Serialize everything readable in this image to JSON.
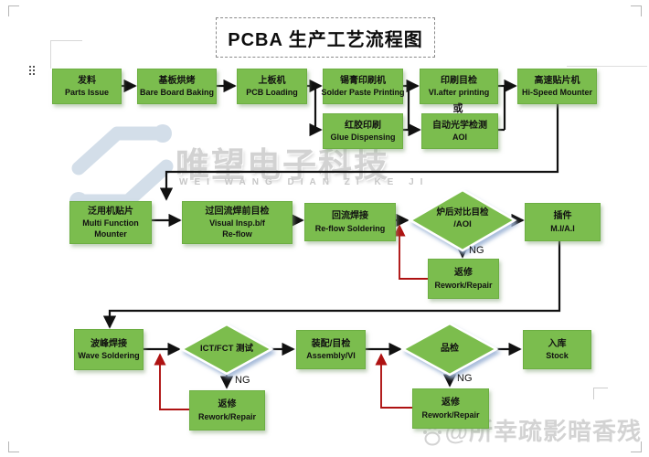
{
  "title": "PCBA 生产工艺流程图",
  "labels": {
    "or": "或",
    "ng": "NG"
  },
  "nodes": {
    "parts_issue": {
      "zh": "发料",
      "en": "Parts Issue"
    },
    "bare_board_baking": {
      "zh": "基板烘烤",
      "en": "Bare Board Baking"
    },
    "pcb_loading": {
      "zh": "上板机",
      "en": "PCB Loading"
    },
    "solder_paste_printing": {
      "zh": "锡膏印刷机",
      "en": "Solder Paste Printing"
    },
    "glue_dispensing": {
      "zh": "红胶印刷",
      "en": "Glue Dispensing"
    },
    "vi_after_printing": {
      "zh": "印刷目检",
      "en": "VI.after printing"
    },
    "aoi": {
      "zh": "自动光学检测",
      "en": "AOI"
    },
    "hi_speed_mounter": {
      "zh": "高速贴片机",
      "en": "Hi-Speed Mounter"
    },
    "multi_function_mounter": {
      "zh": "泛用机贴片",
      "en": "Multi Function",
      "en2": "Mounter"
    },
    "visual_insp_bf_reflow": {
      "zh": "过回流焊前目检",
      "en": "Visual Insp.b/f",
      "en2": "Re-flow"
    },
    "reflow_soldering": {
      "zh": "回流焊接",
      "en": "Re-flow Soldering"
    },
    "post_oven_aoi_check": {
      "zh": "炉后对比目检",
      "en": "/AOI"
    },
    "mi_ai_insertion": {
      "zh": "插件",
      "en": "M.I/A.I"
    },
    "rework_reflow": {
      "zh": "返修",
      "en": "Rework/Repair"
    },
    "wave_soldering": {
      "zh": "波峰焊接",
      "en": "Wave Soldering"
    },
    "ict_fct_test": {
      "zh": "ICT/FCT 测试"
    },
    "assembly_vi": {
      "zh": "装配/目检",
      "en": "Assembly/VI"
    },
    "rework_ict": {
      "zh": "返修",
      "en": "Rework/Repair"
    },
    "quality_check": {
      "zh": "品检"
    },
    "stock": {
      "zh": "入库",
      "en": "Stock"
    },
    "rework_qc": {
      "zh": "返修",
      "en": "Rework/Repair"
    }
  },
  "watermark": {
    "center_zh": "唯望电子科技",
    "center_en": "WEI WANG DIAN ZI KE JI",
    "bottom": "@所幸疏影暗香残"
  },
  "colors": {
    "node_green": "#7bbd4e",
    "arrow_black": "#111111",
    "arrow_red": "#ae1212"
  }
}
